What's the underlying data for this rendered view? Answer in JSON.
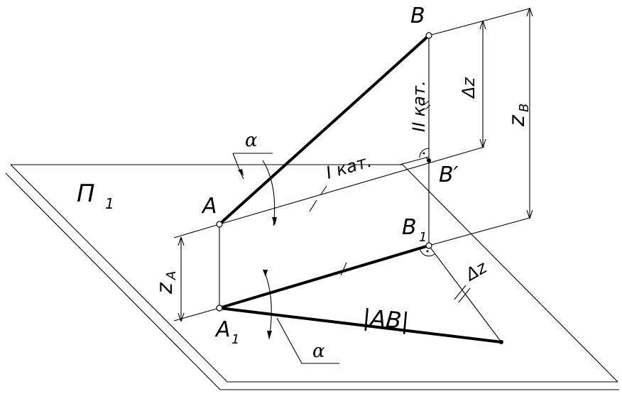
{
  "labels": {
    "plane": "Π",
    "plane_sub": "1",
    "point_A": "A",
    "point_B": "B",
    "point_A1": "A",
    "point_A1_sub": "1",
    "point_B1": "B",
    "point_B1_sub": "1",
    "point_Bprime": "B′",
    "alpha": "α",
    "first_leg": "I кат.",
    "second_leg": "II кат.",
    "delta_z": "Δz",
    "z_a": "z",
    "z_a_sub": "A",
    "z_b": "z",
    "z_b_sub": "B",
    "true_length": "|AB|"
  }
}
